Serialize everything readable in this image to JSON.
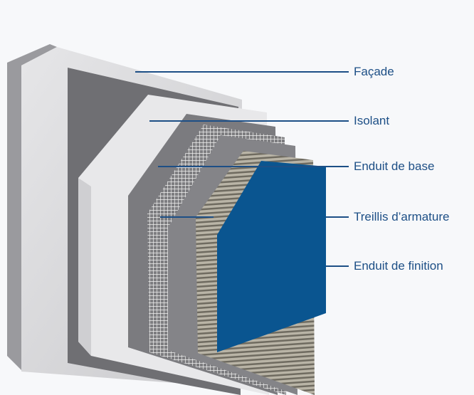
{
  "labels": [
    {
      "text": "Façade"
    },
    {
      "text": "Isolant"
    },
    {
      "text": "Enduit de base"
    },
    {
      "text": "Treillis d’armature"
    },
    {
      "text": "Enduit de finition"
    }
  ],
  "colors": {
    "leader": "#1d4f86",
    "finish": "#0a5590",
    "label": "#1d4f86"
  }
}
